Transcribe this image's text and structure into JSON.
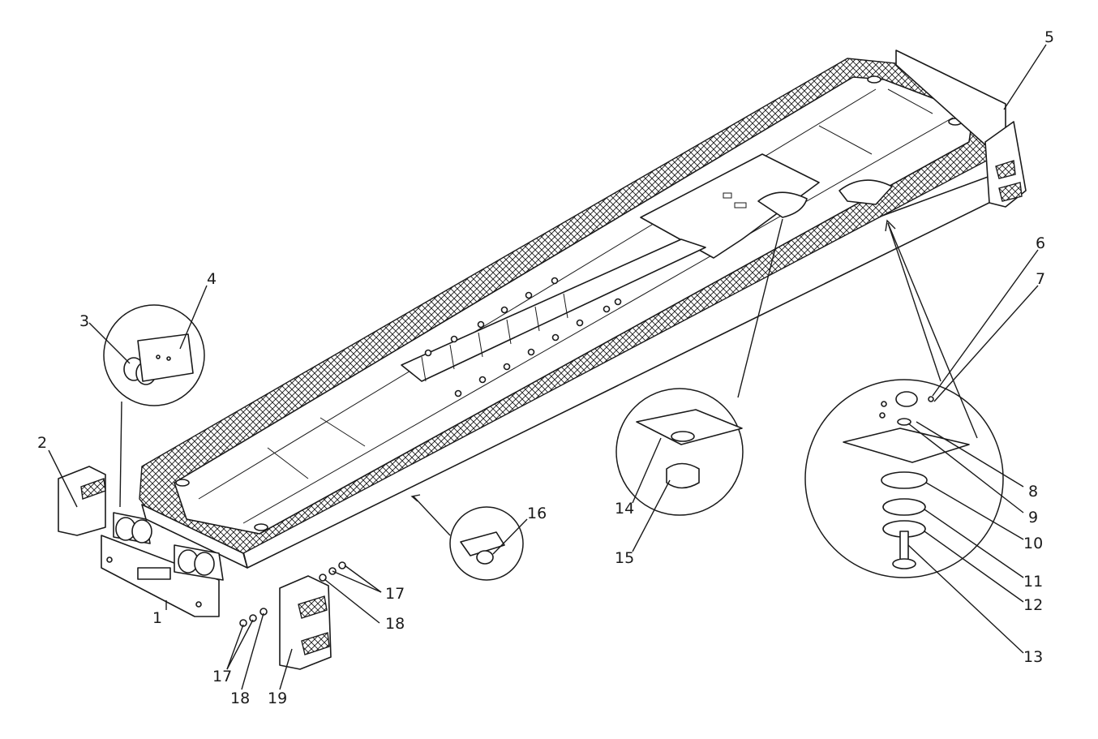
{
  "callouts": [
    {
      "id": "c1",
      "text": "1"
    },
    {
      "id": "c2",
      "text": "2"
    },
    {
      "id": "c3",
      "text": "3"
    },
    {
      "id": "c4",
      "text": "4"
    },
    {
      "id": "c5",
      "text": "5"
    },
    {
      "id": "c6",
      "text": "6"
    },
    {
      "id": "c7",
      "text": "7"
    },
    {
      "id": "c8",
      "text": "8"
    },
    {
      "id": "c9",
      "text": "9"
    },
    {
      "id": "c10",
      "text": "10"
    },
    {
      "id": "c11",
      "text": "11"
    },
    {
      "id": "c12",
      "text": "12"
    },
    {
      "id": "c13",
      "text": "13"
    },
    {
      "id": "c14",
      "text": "14"
    },
    {
      "id": "c15",
      "text": "15"
    },
    {
      "id": "c16",
      "text": "16"
    },
    {
      "id": "c17a",
      "text": "17"
    },
    {
      "id": "c17b",
      "text": "17"
    },
    {
      "id": "c18a",
      "text": "18"
    },
    {
      "id": "c18b",
      "text": "18"
    },
    {
      "id": "c19",
      "text": "19"
    }
  ]
}
